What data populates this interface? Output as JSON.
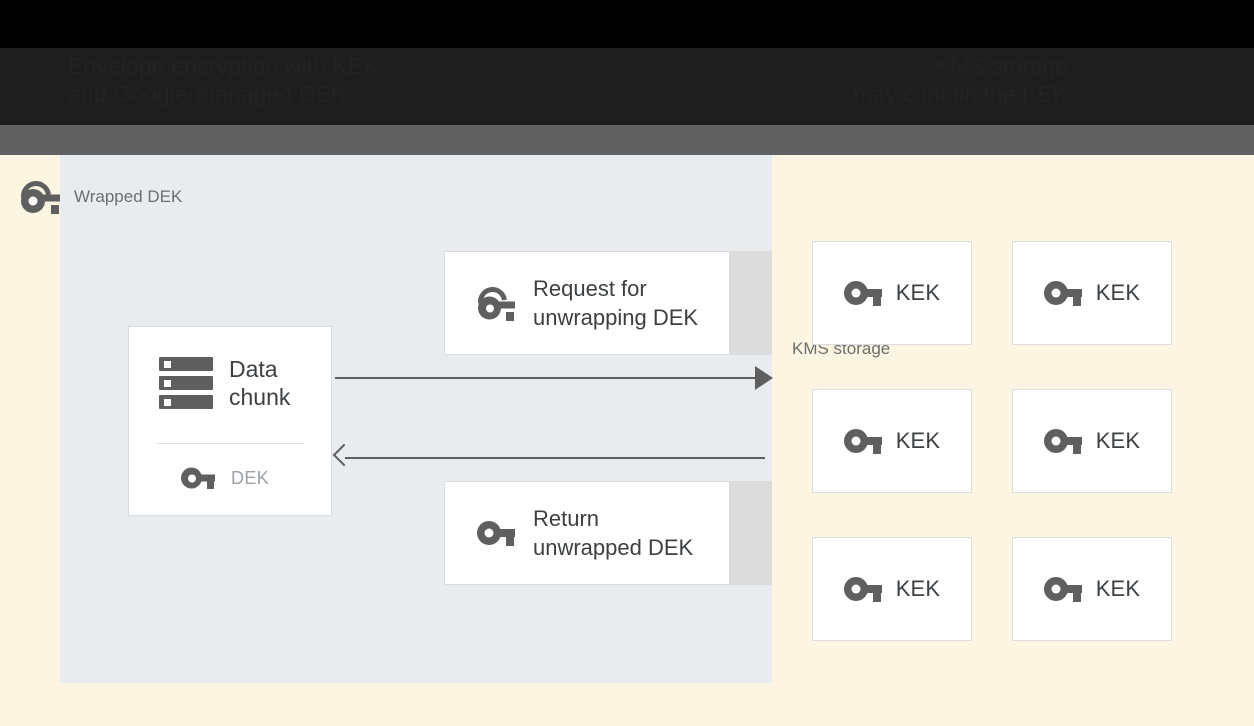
{
  "chrome": {
    "heading_left": "Envelope encryption with KEK\nand Google-managed DEK",
    "heading_right": "KMS storage\nmay contain the KEK"
  },
  "client_panel": {
    "label": "Wrapped DEK",
    "label_icon": "wrapped-key-icon",
    "data_chunk": {
      "icon": "server-icon",
      "title": "Data\nchunk",
      "key_icon": "key-icon",
      "key_label": "DEK"
    },
    "messages": [
      {
        "icon": "wrapped-key-icon",
        "text": "Request for\nunwrapping DEK"
      },
      {
        "icon": "key-icon",
        "text": "Return\nunwrapped DEK"
      }
    ],
    "arrows": [
      {
        "name": "request-arrow",
        "direction": "right"
      },
      {
        "name": "response-arrow",
        "direction": "left"
      }
    ]
  },
  "kms_panel": {
    "label": "KMS storage",
    "keys": [
      {
        "icon": "key-icon",
        "label": "KEK"
      },
      {
        "icon": "key-icon",
        "label": "KEK"
      },
      {
        "icon": "key-icon",
        "label": "KEK"
      },
      {
        "icon": "key-icon",
        "label": "KEK"
      },
      {
        "icon": "key-icon",
        "label": "KEK"
      },
      {
        "icon": "key-icon",
        "label": "KEK"
      }
    ]
  },
  "colors": {
    "canvas_background": "#FCF5E1",
    "client_panel_background": "#E8ECEF",
    "card_background": "#FFFFFF",
    "card_border": "#DADCE0",
    "icon_gray": "#5F5F5F",
    "text_primary": "#3C4043",
    "text_muted": "#6E6E6E",
    "text_faint": "#9AA0A6",
    "chrome_band": "#616161",
    "chrome_black": "#000000"
  }
}
